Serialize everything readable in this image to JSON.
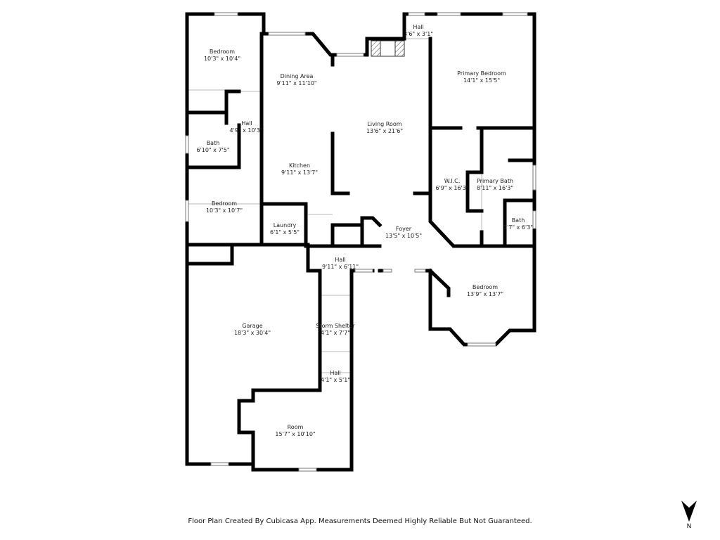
{
  "rooms": [
    {
      "name": "Bedroom",
      "size": "10'3\" x 10'4\""
    },
    {
      "name": "Dining Area",
      "size": "9'11\" x 11'10\""
    },
    {
      "name": "Hall",
      "size": "3'6\" x 3'1\""
    },
    {
      "name": "Primary Bedroom",
      "size": "14'1\" x 15'5\""
    },
    {
      "name": "Hall",
      "size": "4'9\" x 10'3\""
    },
    {
      "name": "Living Room",
      "size": "13'6\" x 21'6\""
    },
    {
      "name": "Bath",
      "size": "6'10\" x 7'5\""
    },
    {
      "name": "Kitchen",
      "size": "9'11\" x 13'7\""
    },
    {
      "name": "W.I.C.",
      "size": "6'9\" x 16'3\""
    },
    {
      "name": "Primary Bath",
      "size": "8'11\" x 16'3\""
    },
    {
      "name": "Bedroom",
      "size": "10'3\" x 10'7\""
    },
    {
      "name": "Laundry",
      "size": "6'1\" x 5'5\""
    },
    {
      "name": "Foyer",
      "size": "13'5\" x 10'5\""
    },
    {
      "name": "Bath",
      "size": "3'7\" x 6'3\""
    },
    {
      "name": "Hall",
      "size": "9'11\" x 6'11\""
    },
    {
      "name": "Bedroom",
      "size": "13'9\" x 13'7\""
    },
    {
      "name": "Garage",
      "size": "18'3\" x 30'4\""
    },
    {
      "name": "Storm Shelter",
      "size": "4'1\" x 7'7\""
    },
    {
      "name": "Hall",
      "size": "4'1\" x 5'1\""
    },
    {
      "name": "Room",
      "size": "15'7\" x 10'10\""
    }
  ],
  "footer": "Floor Plan Created By Cubicasa App. Measurements Deemed Highly Reliable But Not Guaranteed.",
  "compass": {
    "icon": "north-arrow-icon",
    "label": "N"
  }
}
